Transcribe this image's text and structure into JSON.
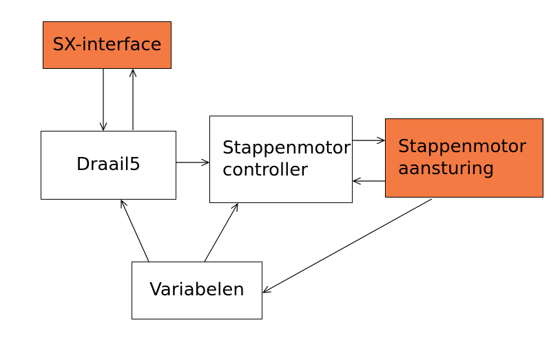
{
  "diagram": {
    "blocks": {
      "sx_interface": {
        "label": "SX-interface",
        "fill": "#f47a43"
      },
      "draai15": {
        "label": "Draail5",
        "fill": "#ffffff"
      },
      "controller": {
        "label": "Stappenmotor\ncontroller",
        "fill": "#ffffff"
      },
      "aansturing": {
        "label": "Stappenmotor\naansturing",
        "fill": "#f47a43"
      },
      "variabelen": {
        "label": "Variabelen",
        "fill": "#ffffff"
      }
    },
    "connections": [
      {
        "from": "sx_interface",
        "to": "draai15"
      },
      {
        "from": "draai15",
        "to": "sx_interface"
      },
      {
        "from": "draai15",
        "to": "controller"
      },
      {
        "from": "controller",
        "to": "aansturing"
      },
      {
        "from": "aansturing",
        "to": "controller"
      },
      {
        "from": "aansturing",
        "to": "variabelen"
      },
      {
        "from": "variabelen",
        "to": "draai15"
      },
      {
        "from": "variabelen",
        "to": "controller"
      }
    ],
    "colors": {
      "accent": "#f47a43",
      "line": "#000000",
      "background": "#ffffff"
    }
  }
}
